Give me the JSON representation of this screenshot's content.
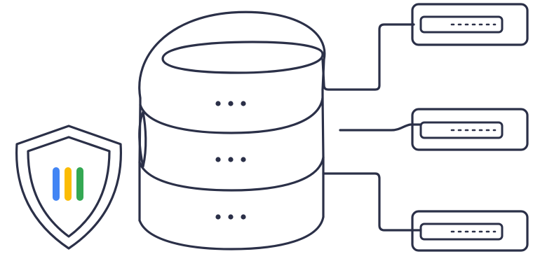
{
  "illustration": {
    "subject": "database-with-connected-records-and-security-shield",
    "stroke_color": "#2b3048",
    "background_color": "#ffffff",
    "database": {
      "tiers": [
        {
          "icon": "ellipsis-icon"
        },
        {
          "icon": "ellipsis-icon"
        },
        {
          "icon": "ellipsis-icon"
        }
      ]
    },
    "records": [
      {
        "icon": "record-card-icon",
        "detail": "dashed-line"
      },
      {
        "icon": "record-card-icon",
        "detail": "dashed-line"
      },
      {
        "icon": "record-card-icon",
        "detail": "dashed-line"
      }
    ],
    "shield": {
      "icon": "shield-icon",
      "bars": [
        {
          "color": "#4285f4"
        },
        {
          "color": "#fbbc04"
        },
        {
          "color": "#34a853"
        }
      ]
    }
  }
}
